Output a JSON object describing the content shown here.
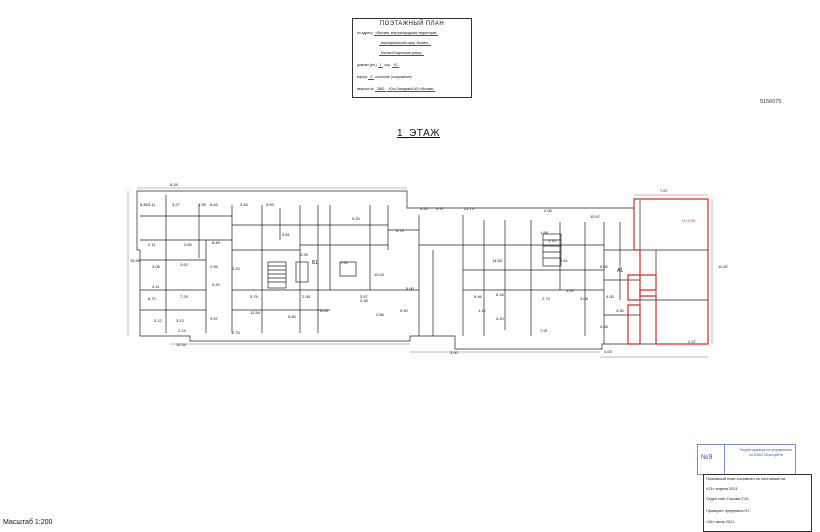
{
  "plan": {
    "title": "ПОЭТАЖНЫЙ ПЛАН",
    "fields": [
      {
        "label": "по адресу",
        "value": "г.Москва, внутригородская территория"
      },
      {
        "label": "",
        "value": "муниципальный округ Зюзино,"
      },
      {
        "label": "",
        "value": "Малая Юшуньская улица,"
      },
      {
        "label": "домовл.(вл.)",
        "value": "1",
        "label2": "кор.",
        "value2": "10"
      },
      {
        "label": "корпус",
        "value": "2",
        "label2": "строение (сооружение)",
        "value2": ""
      },
      {
        "label": "квартал №",
        "value": "3562",
        "label2": "",
        "value2": "Юго-Западный АО г.Москвы"
      }
    ],
    "doc_number": "5156075",
    "floor_label": "1_ЭТАЖ",
    "scale": "Масштаб 1:200",
    "section_marks": [
      "А1",
      "Б1"
    ],
    "room_labels": [
      "8.26",
      "7.67",
      "6.86",
      "3.11",
      "3.27",
      "3.35",
      "4.20",
      "9.37",
      "6.63",
      "3.46",
      "3.59",
      "9.20",
      "21.73",
      "2.06",
      "10.97",
      "5.81",
      "5.75",
      "4.39",
      "2.11",
      "2.69",
      "8.45",
      "1.88",
      "1.70",
      "3.08",
      "3.92",
      "7.92",
      "2.95",
      "2.20",
      "14.60",
      "2.61",
      "5.00",
      "4.30",
      "3.79",
      "3.11",
      "2.08",
      "7.29",
      "2.73",
      "3.38",
      "4.30",
      "3.12",
      "3.13",
      "12.54",
      "9.57",
      "6.25",
      "3.67",
      "2.88",
      "9.40",
      "5.90",
      "6.46",
      "6.18",
      "1.20",
      "4.20",
      "7.91",
      "2.76",
      "8.70",
      "3.08",
      "2.14",
      "5.60",
      "4.30",
      "1.12",
      "10.00",
      "4.68",
      "3.00",
      "4.00",
      "2.47",
      "10.34",
      "15.95",
      "10.87"
    ],
    "highlight_area": "Н=3.05"
  },
  "stamp": {
    "number": "№9",
    "text": "Территориальное управление по ЮАО Мосгорбти"
  },
  "signatures": {
    "header": "Поэтажный план составлен по состоянию на",
    "date1": {
      "day": "21",
      "month": "апреля",
      "year": "2021"
    },
    "rows": [
      {
        "label": "Отдел снят",
        "name": "Сасова Л.Ю."
      },
      {
        "label": "Проверил",
        "name": "Чупрунина Н.Г."
      }
    ],
    "date2": {
      "day": "26",
      "month": "июля",
      "year": "2021"
    }
  }
}
